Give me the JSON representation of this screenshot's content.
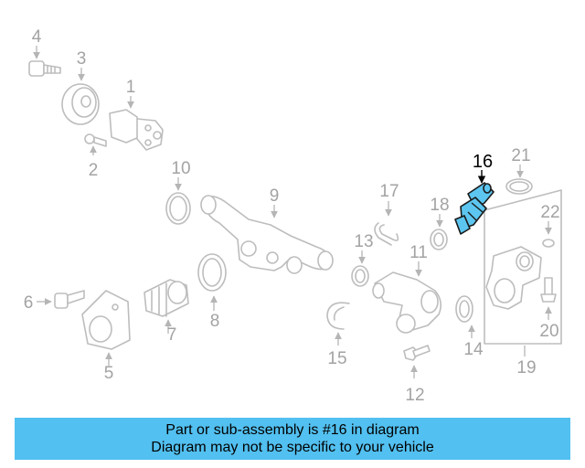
{
  "diagram": {
    "callouts": {
      "c1": "1",
      "c2": "2",
      "c3": "3",
      "c4": "4",
      "c5": "5",
      "c6": "6",
      "c7": "7",
      "c8": "8",
      "c9": "9",
      "c10": "10",
      "c11": "11",
      "c12": "12",
      "c13": "13",
      "c14": "14",
      "c15": "15",
      "c16": "16",
      "c17": "17",
      "c18": "18",
      "c19": "19",
      "c20": "20",
      "c21": "21",
      "c22": "22"
    },
    "highlighted_part": "16",
    "colors": {
      "highlight": "#5cc6f0",
      "banner": "#52c0f0",
      "line": "#bdbdbd",
      "callout": "#a3a3a3"
    }
  },
  "banner": {
    "line1": "Part or sub-assembly is #16 in diagram",
    "line2": "Diagram may not be specific to your vehicle"
  }
}
